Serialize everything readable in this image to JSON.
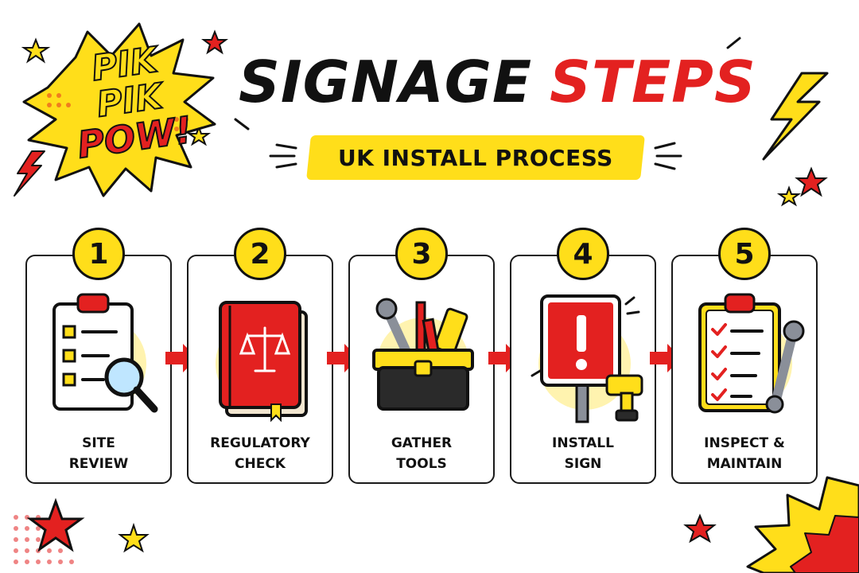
{
  "title": {
    "word1": "SIGNAGE",
    "word2": "STEPS"
  },
  "subtitle": "UK INSTALL PROCESS",
  "burst": {
    "line1": "PIK",
    "line2": "PIK",
    "line3": "POW!"
  },
  "steps": [
    {
      "number": "1",
      "line1": "SITE",
      "line2": "REVIEW",
      "icon": "clipboard-magnifier"
    },
    {
      "number": "2",
      "line1": "REGULATORY",
      "line2": "CHECK",
      "icon": "law-book"
    },
    {
      "number": "3",
      "line1": "GATHER",
      "line2": "TOOLS",
      "icon": "toolbox"
    },
    {
      "number": "4",
      "line1": "INSTALL",
      "line2": "SIGN",
      "icon": "sign-drill"
    },
    {
      "number": "5",
      "line1": "INSPECT &",
      "line2": "MAINTAIN",
      "icon": "clipboard-wrench"
    }
  ],
  "colors": {
    "accent_red": "#e32120",
    "accent_yellow": "#ffde1a",
    "ink": "#111111"
  }
}
